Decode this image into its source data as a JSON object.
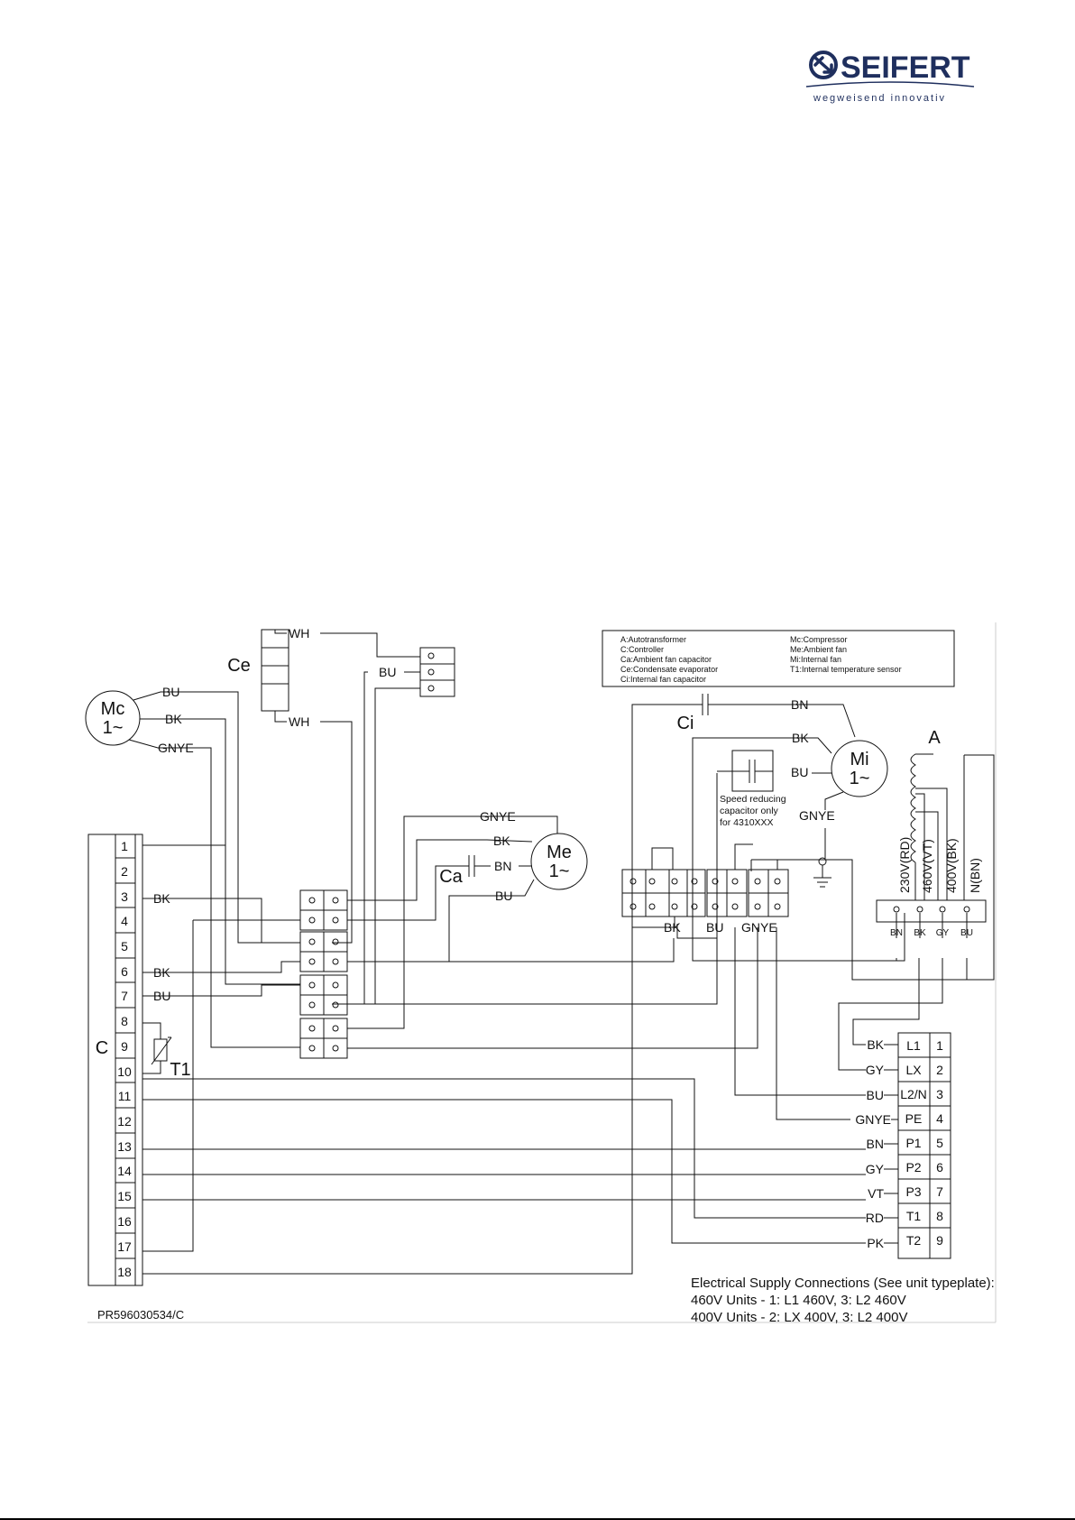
{
  "logo": {
    "brand": "SEIFERT",
    "tagline": "wegweisend innovativ",
    "color": "#1f2f5e"
  },
  "legend": {
    "left": [
      "A:Autotransformer",
      "C:Controller",
      "Ca:Ambient fan capacitor",
      "Ce:Condensate evaporator",
      "Ci:Internal fan capacitor"
    ],
    "right": [
      "Mc:Compressor",
      "Me:Ambient fan",
      "Mi:Internal fan",
      "T1:Internal temperature sensor"
    ]
  },
  "components": {
    "mc": {
      "name": "Mc",
      "phase": "1~"
    },
    "me": {
      "name": "Me",
      "phase": "1~"
    },
    "mi": {
      "name": "Mi",
      "phase": "1~"
    },
    "ce": "Ce",
    "ca": "Ca",
    "ci": "Ci",
    "a": "A",
    "c": "C",
    "t1": "T1",
    "speed_cap_note": [
      "Speed reducing",
      "capacitor only",
      "for 4310XXX"
    ]
  },
  "wires": {
    "mc_bu": "BU",
    "mc_bk": "BK",
    "mc_gnye": "GNYE",
    "ce_wh_top": "WH",
    "ce_wh_bottom": "WH",
    "ce_bu": "BU",
    "me_gnye": "GNYE",
    "me_bk": "BK",
    "me_bn": "BN",
    "me_bu": "BU",
    "ci_bn": "BN",
    "mi_bk": "BK",
    "mi_bu": "BU",
    "mi_gnye": "GNYE",
    "ctrl_3": "BK",
    "ctrl_6": "BK",
    "ctrl_7": "BU",
    "tb_bk": "BK",
    "tb_bu": "BU",
    "tb_gnye": "GNYE"
  },
  "controller_terminals": [
    "1",
    "2",
    "3",
    "4",
    "5",
    "6",
    "7",
    "8",
    "9",
    "10",
    "11",
    "12",
    "13",
    "14",
    "15",
    "16",
    "17",
    "18"
  ],
  "autotransformer": {
    "taps": [
      "230V(RD)",
      "460V(VT)",
      "400V(BK)",
      "N(BN)"
    ],
    "terminals": [
      "BN",
      "BK",
      "GY",
      "BU"
    ]
  },
  "supply_terminals": [
    {
      "wire": "BK",
      "label": "L1",
      "num": "1"
    },
    {
      "wire": "GY",
      "label": "LX",
      "num": "2"
    },
    {
      "wire": "BU",
      "label": "L2/N",
      "num": "3"
    },
    {
      "wire": "GNYE",
      "label": "PE",
      "num": "4"
    },
    {
      "wire": "BN",
      "label": "P1",
      "num": "5"
    },
    {
      "wire": "GY",
      "label": "P2",
      "num": "6"
    },
    {
      "wire": "VT",
      "label": "P3",
      "num": "7"
    },
    {
      "wire": "RD",
      "label": "T1",
      "num": "8"
    },
    {
      "wire": "PK",
      "label": "T2",
      "num": "9"
    }
  ],
  "notes": {
    "supply": [
      "Electrical Supply Connections (See unit typeplate):",
      "460V Units - 1: L1 460V, 3: L2 460V",
      "400V Units - 2: LX 400V, 3: L2 400V"
    ],
    "drawing_number": "PR596030534/C"
  }
}
